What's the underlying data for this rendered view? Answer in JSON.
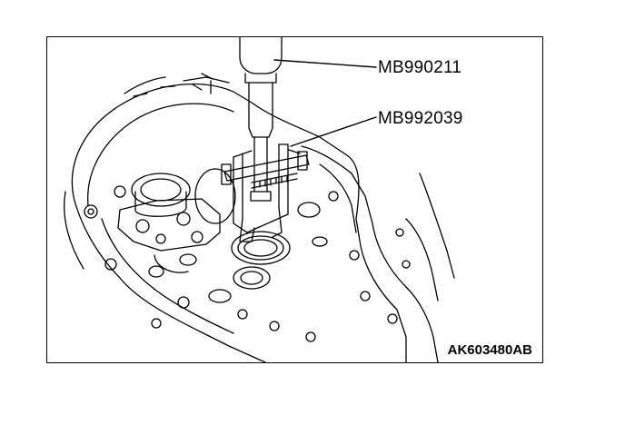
{
  "figure": {
    "callouts": [
      {
        "label": "MB990211"
      },
      {
        "label": "MB992039"
      }
    ],
    "figure_id": "AK603480AB",
    "colors": {
      "line": "#000000",
      "background": "#ffffff"
    }
  }
}
